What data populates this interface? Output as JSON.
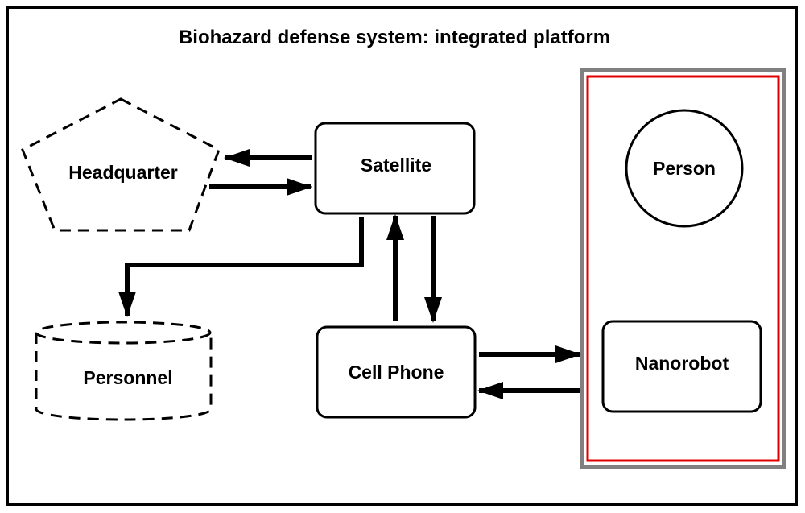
{
  "title": "Biohazard defense system: integrated platform",
  "nodes": {
    "headquarter": "Headquarter",
    "satellite": "Satellite",
    "personnel": "Personnel",
    "cell_phone": "Cell Phone",
    "person": "Person",
    "nanorobot": "Nanorobot"
  },
  "colors": {
    "stroke": "#000000",
    "container_outer": "#808080",
    "container_inner": "#e00000",
    "background": "#ffffff"
  }
}
